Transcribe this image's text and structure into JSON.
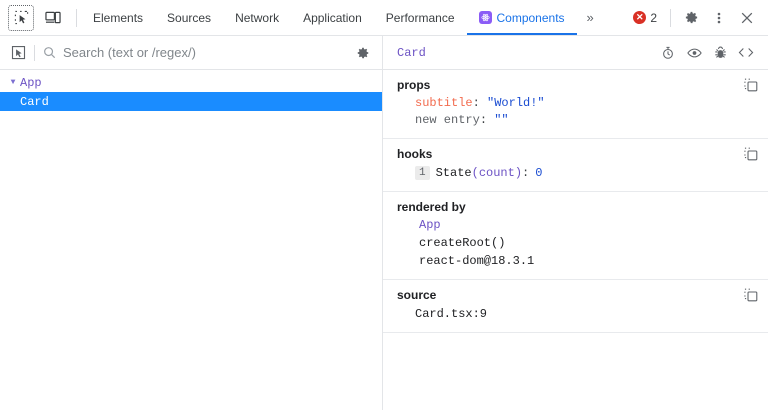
{
  "toolbar": {
    "inspect_icon": "inspect-cursor-icon",
    "device_icon": "device-toolbar-icon",
    "tabs": [
      {
        "label": "Elements",
        "active": false
      },
      {
        "label": "Sources",
        "active": false
      },
      {
        "label": "Network",
        "active": false
      },
      {
        "label": "Application",
        "active": false
      },
      {
        "label": "Performance",
        "active": false
      },
      {
        "label": "Components",
        "active": true
      }
    ],
    "overflow_label": "»",
    "error_count": "2",
    "error_glyph": "✕",
    "settings_icon": "gear-icon",
    "more_icon": "kebab-menu-icon",
    "close_icon": "close-icon",
    "active_tab_color": "#1a73e8",
    "error_color": "#d93025",
    "react_badge_color": "#8b5cf6"
  },
  "left_pane": {
    "select_element_icon": "select-element-icon",
    "search": {
      "icon": "search-icon",
      "value": "",
      "placeholder": "Search (text or /regex/)"
    },
    "settings_icon": "gear-icon",
    "tree": [
      {
        "name": "App",
        "depth": 0,
        "expanded": true,
        "selected": false
      },
      {
        "name": "Card",
        "depth": 1,
        "expanded": false,
        "selected": true
      }
    ],
    "selection_color": "#1a8cff",
    "component_name_color": "#6c52c4"
  },
  "right_pane": {
    "title": "Card",
    "actions": [
      {
        "icon": "stopwatch-icon",
        "name": "suspend-toggle"
      },
      {
        "icon": "eye-icon",
        "name": "inspect-dom-button"
      },
      {
        "icon": "bug-icon",
        "name": "log-to-console-button"
      },
      {
        "icon": "code-icon",
        "name": "view-source-button"
      }
    ],
    "copy_icon": "copy-to-clipboard-icon",
    "sections": {
      "props": {
        "title": "props",
        "rows": [
          {
            "key": "subtitle",
            "key_style": "edited",
            "colon": ":",
            "value": "\"World!\"",
            "value_type": "string"
          },
          {
            "key": "new entry",
            "key_style": "plain",
            "colon": ":",
            "value": "\"\"",
            "value_type": "string"
          }
        ]
      },
      "hooks": {
        "title": "hooks",
        "rows": [
          {
            "index": "1",
            "name": "State",
            "arg": "(count)",
            "colon": ":",
            "value": "0",
            "value_type": "number"
          }
        ]
      },
      "rendered_by": {
        "title": "rendered by",
        "rows": [
          {
            "text": "App",
            "link": true
          },
          {
            "text": "createRoot()",
            "link": false
          },
          {
            "text": "react-dom@18.3.1",
            "link": false
          }
        ]
      },
      "source": {
        "title": "source",
        "rows": [
          {
            "text": "Card.tsx:9"
          }
        ]
      }
    }
  }
}
